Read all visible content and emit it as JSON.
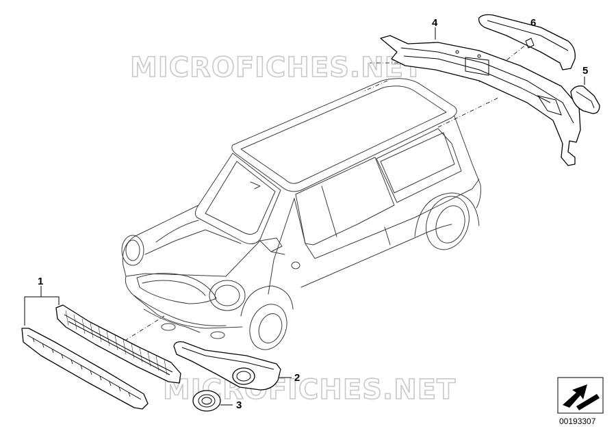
{
  "watermark": {
    "top": "MICROFICHES.NET",
    "bottom": "MICROFICHES.NET"
  },
  "callouts": {
    "c1": "1",
    "c2": "2",
    "c3": "3",
    "c4": "4",
    "c5": "5",
    "c6": "6"
  },
  "reference_number": "00193307",
  "icons": {
    "corner_symbol": "isometric-arrow-icon"
  }
}
